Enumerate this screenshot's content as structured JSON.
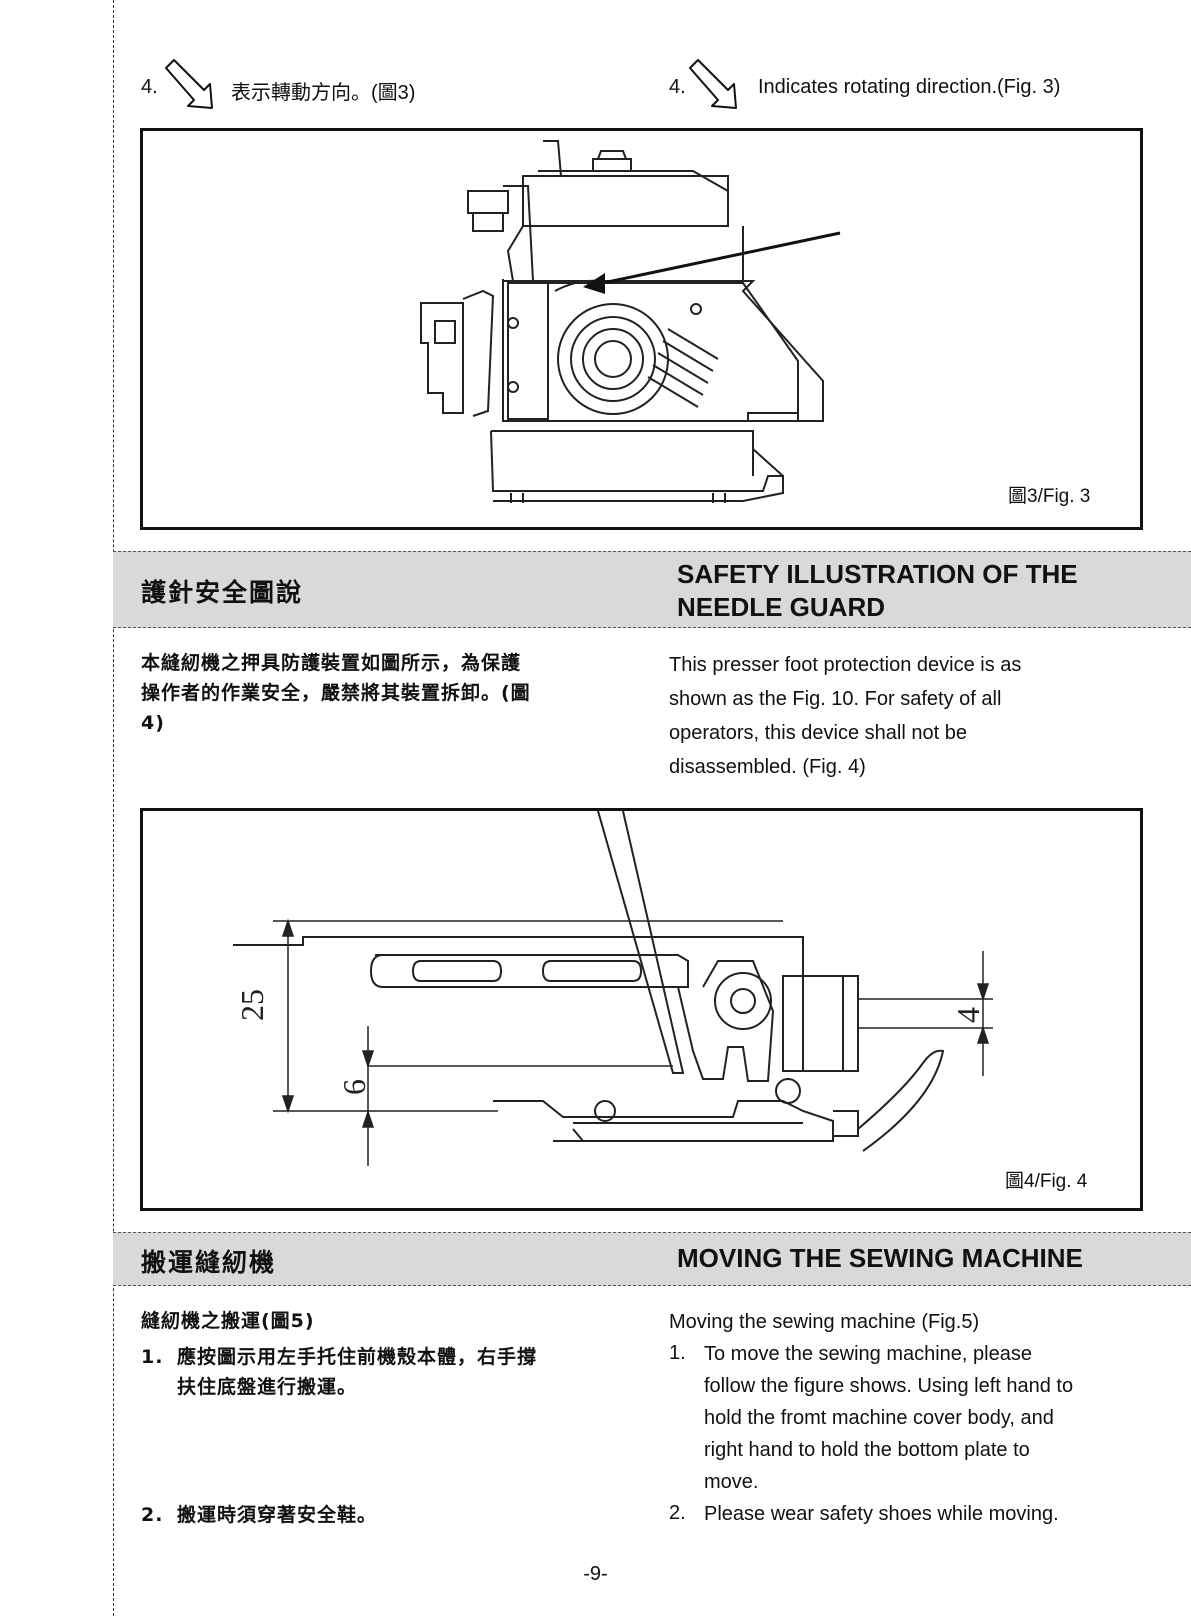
{
  "step4": {
    "number": "4.",
    "zh": "表示轉動方向。(圖3)",
    "en": "Indicates rotating direction.(Fig. 3)"
  },
  "fig3": {
    "caption": "圖3/Fig. 3"
  },
  "section1": {
    "zh_title": "護針安全圖說",
    "en_title_line1": "SAFETY ILLUSTRATION OF THE",
    "en_title_line2": "NEEDLE GUARD",
    "zh_lines": [
      "本縫紉機之押具防護裝置如圖所示，為保護",
      "操作者的作業安全，嚴禁將其裝置拆卸。(圖",
      "4)"
    ],
    "en_lines": [
      "This presser foot protection device is as",
      "shown as the Fig. 10. For safety of all",
      "operators, this device shall not be",
      "disassembled. (Fig. 4)"
    ]
  },
  "fig4": {
    "caption": "圖4/Fig.  4",
    "dim_25": "25",
    "dim_6": "6",
    "dim_4": "4"
  },
  "section2": {
    "zh_title": "搬運縫紉機",
    "en_title": "MOVING THE SEWING MACHINE",
    "zh_subtitle": "縫紉機之搬運(圖5)",
    "en_subtitle": "Moving the sewing machine (Fig.5)",
    "zh_item1_num": "1.",
    "zh_item1_lines": [
      "應按圖示用左手托住前機殼本體，右手撐",
      "扶住底盤進行搬運。"
    ],
    "zh_item2_num": "2.",
    "zh_item2": "搬運時須穿著安全鞋。",
    "en_item1_num": "1.",
    "en_item1_lines": [
      "To move the sewing machine, please",
      "follow the figure shows. Using left hand to",
      "hold the fromt machine cover body, and",
      "right hand to hold the bottom plate to",
      "move."
    ],
    "en_item2_num": "2.",
    "en_item2": "Please wear safety shoes while moving."
  },
  "page_number": "-9-"
}
